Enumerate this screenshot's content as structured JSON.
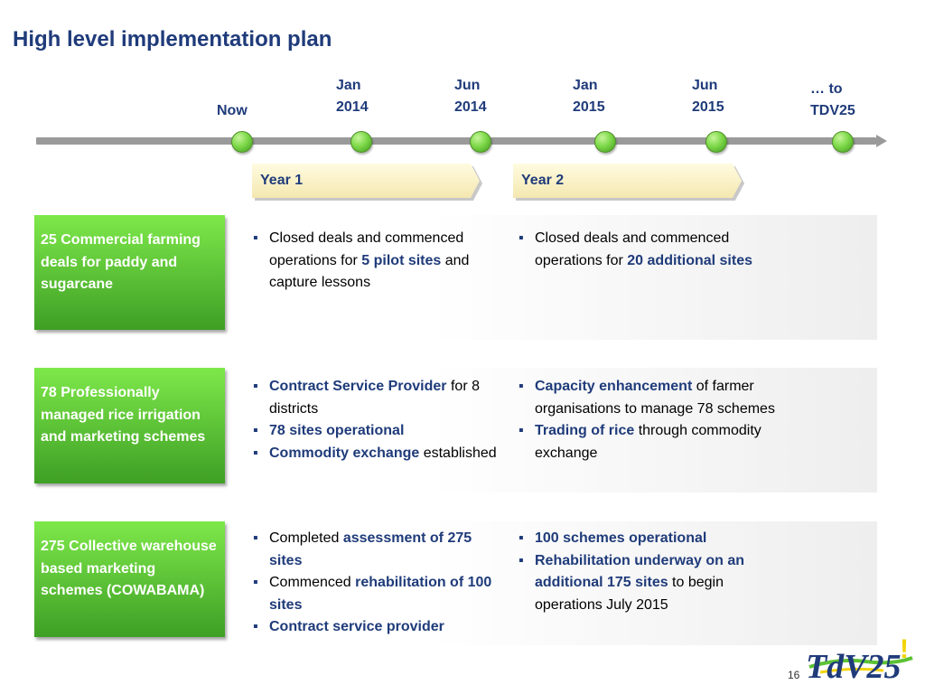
{
  "title": "High level implementation plan",
  "timeline": {
    "milestones": [
      {
        "line1": "",
        "line2": "Now"
      },
      {
        "line1": "Jan",
        "line2": "2014"
      },
      {
        "line1": "Jun",
        "line2": "2014"
      },
      {
        "line1": "Jan",
        "line2": "2015"
      },
      {
        "line1": "Jun",
        "line2": "2015"
      },
      {
        "line1": "… to",
        "line2": "TDV25"
      }
    ]
  },
  "years": [
    "Year 1",
    "Year 2"
  ],
  "rows": [
    {
      "label": "25 Commercial farming deals for paddy and sugarcane",
      "year1": [
        [
          {
            "t": "Closed deals and commenced operations for ",
            "b": false
          },
          {
            "t": "5 pilot sites",
            "b": true
          },
          {
            "t": " and capture lessons",
            "b": false
          }
        ]
      ],
      "year2": [
        [
          {
            "t": "Closed deals and commenced operations for ",
            "b": false
          },
          {
            "t": "20 additional sites",
            "b": true
          }
        ]
      ]
    },
    {
      "label": "78 Professionally managed rice irrigation and marketing schemes",
      "year1": [
        [
          {
            "t": "Contract Service Provider",
            "b": true
          },
          {
            "t": " for 8 districts",
            "b": false
          }
        ],
        [
          {
            "t": "78 sites operational",
            "b": true
          }
        ],
        [
          {
            "t": "Commodity exchange",
            "b": true
          },
          {
            "t": " established",
            "b": false
          }
        ]
      ],
      "year2": [
        [
          {
            "t": "Capacity enhancement",
            "b": true
          },
          {
            "t": " of farmer organisations to manage 78 schemes",
            "b": false
          }
        ],
        [
          {
            "t": "Trading of rice",
            "b": true
          },
          {
            "t": " through commodity exchange",
            "b": false
          }
        ]
      ]
    },
    {
      "label": "275 Collective warehouse based marketing schemes (COWABAMA)",
      "year1": [
        [
          {
            "t": "Completed ",
            "b": false
          },
          {
            "t": "assessment of 275 sites",
            "b": true
          }
        ],
        [
          {
            "t": "Commenced ",
            "b": false
          },
          {
            "t": "rehabilitation of 100 sites",
            "b": true
          }
        ],
        [
          {
            "t": "Contract service provider",
            "b": true
          }
        ]
      ],
      "year2": [
        [
          {
            "t": "100 schemes operational",
            "b": true
          }
        ],
        [
          {
            "t": "Rehabilitation underway on an additional 175 sites",
            "b": true
          },
          {
            "t": " to begin operations July 2015",
            "b": false
          }
        ]
      ]
    }
  ],
  "page_number": "16",
  "logo": {
    "text": "TdV25",
    "exclaim": "!"
  },
  "colors": {
    "navy": "#1f3b7a",
    "green": "#5cc234",
    "yellow": "#f2d40a",
    "grey_line": "#9a9a9a"
  }
}
